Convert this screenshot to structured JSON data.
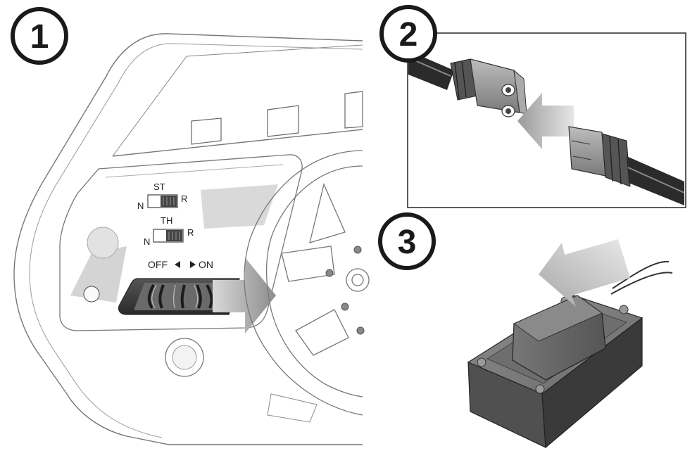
{
  "steps": [
    {
      "number": "1"
    },
    {
      "number": "2"
    },
    {
      "number": "3"
    }
  ],
  "transmitter": {
    "st_label": "ST",
    "th_label": "TH",
    "n_label": "N",
    "r_label": "R",
    "off_label": "OFF",
    "on_label": "ON"
  },
  "colors": {
    "outline": "#555555",
    "arrow": "#9a9a9a",
    "switch_body": "#3c3c3c",
    "connector": "#8a8a8a",
    "receiver_top": "#7a7a7a",
    "receiver_side": "#4a4a4a"
  }
}
